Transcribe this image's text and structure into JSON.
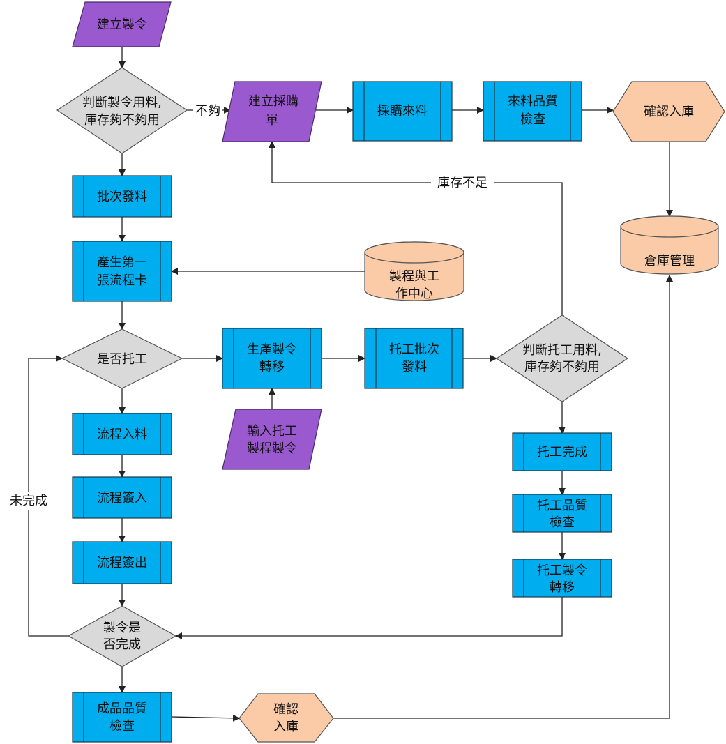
{
  "nodes": {
    "create_order": "建立製令",
    "judge_material_1": [
      "判斷製令用料,",
      "庫存夠不夠用"
    ],
    "create_po": [
      "建立採購",
      "單"
    ],
    "purchase_incoming": "採購來料",
    "incoming_qc": [
      "來料品質",
      "檢查"
    ],
    "confirm_stock_1": "確認入庫",
    "warehouse": "倉庫管理",
    "batch_issue": "批次發料",
    "first_card": [
      "產生第一",
      "張流程卡"
    ],
    "process_center": [
      "製程與工",
      "作中心"
    ],
    "outsource_q": "是否托工",
    "prod_transfer": [
      "生產製令",
      "轉移"
    ],
    "outsource_issue": [
      "托工批次",
      "發料"
    ],
    "judge_material_2": [
      "判斷托工用料,",
      "庫存夠不夠用"
    ],
    "input_outsource": [
      "輸入托工",
      "製程製令"
    ],
    "flow_in": "流程入料",
    "flow_checkin": "流程簽入",
    "flow_checkout": "流程簽出",
    "outsource_done": "托工完成",
    "outsource_qc": [
      "托工品質",
      "檢查"
    ],
    "outsource_transfer": [
      "托工製令",
      "轉移"
    ],
    "order_done_q": [
      "製令是",
      "否完成"
    ],
    "product_qc": [
      "成品品質",
      "檢查"
    ],
    "confirm_stock_2": [
      "確認",
      "入庫"
    ]
  },
  "edge_labels": {
    "not_enough": "不夠",
    "stock_short": "庫存不足",
    "not_done": "未完成"
  },
  "colors": {
    "process": "#00AEEF",
    "decision": "#D9D9D9",
    "io": "#9B59D0",
    "terminal": "#FBCBA7",
    "edge": "#222222"
  }
}
